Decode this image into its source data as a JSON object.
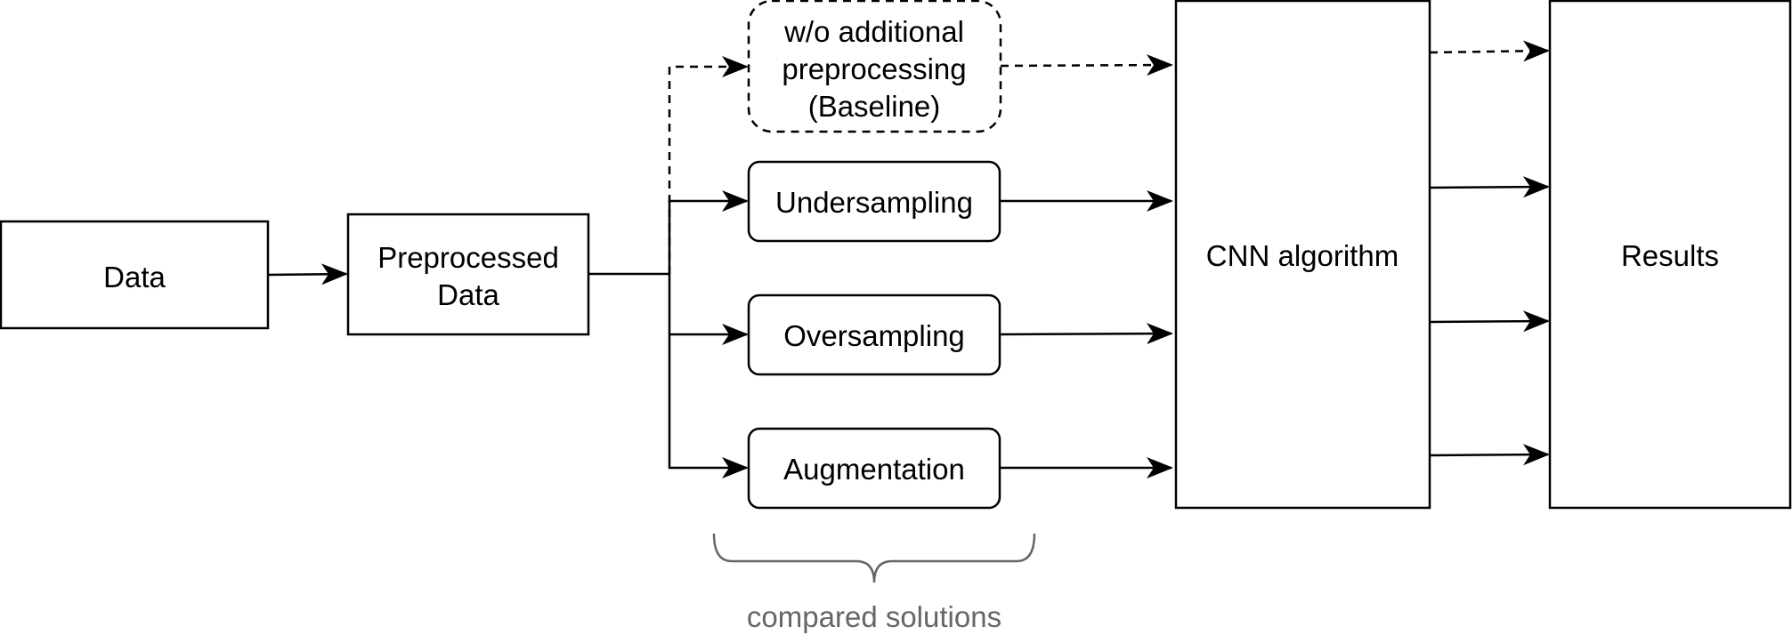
{
  "nodes": {
    "data": "Data",
    "preprocessed": [
      "Preprocessed",
      "Data"
    ],
    "baseline": [
      "w/o additional",
      "preprocessing",
      "(Baseline)"
    ],
    "undersampling": "Undersampling",
    "oversampling": "Oversampling",
    "augmentation": "Augmentation",
    "cnn": "CNN algorithm",
    "results": "Results"
  },
  "annotation": {
    "brace_label": "compared solutions"
  }
}
